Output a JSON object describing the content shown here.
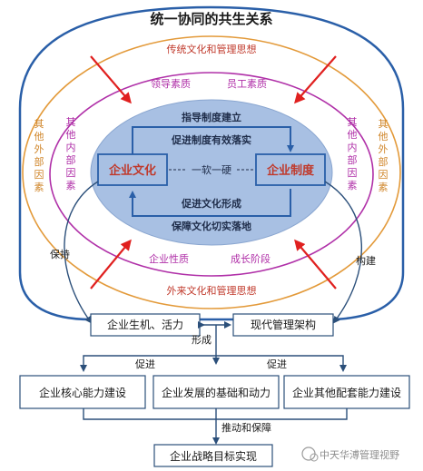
{
  "title": "统一协同的共生关系",
  "orange_ring": {
    "top_label": "传统文化和管理思想",
    "bottom_label": "外来文化和管理思想",
    "left_label": "其他外部因素",
    "right_label": "其他外部因素"
  },
  "magenta_ring": {
    "top_left_label": "领导素质",
    "top_right_label": "员工素质",
    "bottom_left_label": "企业性质",
    "bottom_right_label": "成长阶段",
    "left_label": "其他内部因素",
    "right_label": "其他内部因素"
  },
  "core": {
    "culture_box": "企业文化",
    "system_box": "企业制度",
    "link_label": "一软一硬",
    "top_outer": "指导制度建立",
    "top_inner": "促进制度有效落实",
    "bottom_inner": "促进文化形成",
    "bottom_outer": "保障文化切实落地"
  },
  "side_labels": {
    "left": "保持",
    "right": "构建"
  },
  "mid_boxes": {
    "left": "企业生机、活力",
    "right": "现代管理架构"
  },
  "form_label": "形成",
  "promote_left": "促进",
  "promote_right": "促进",
  "bottom_boxes": {
    "left": "企业核心能力建设",
    "center": "企业发展的基础和动力",
    "right": "企业其他配套能力建设"
  },
  "drive_label": "推动和保障",
  "final_box": "企业战略目标实现",
  "watermark": "中天华溥管理视野",
  "colors": {
    "outline_blue": "#2a5fa8",
    "orange": "#e39a3a",
    "magenta": "#b030a8",
    "core_fill": "#a8c0e3",
    "red_arrow": "#e0201f",
    "title": "#1a1a1a"
  }
}
